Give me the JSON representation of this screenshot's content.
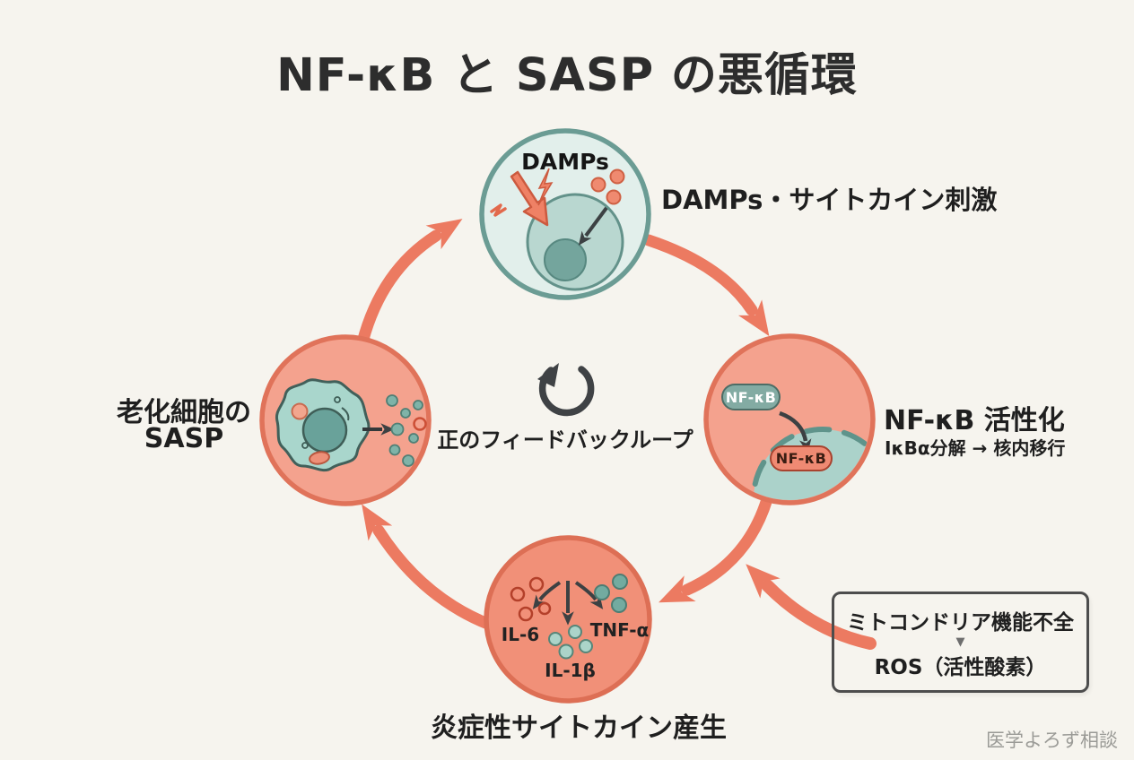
{
  "title": "NF-κB と SASP の悪循環",
  "center": {
    "loop_label": "正のフィードバックループ"
  },
  "nodes": {
    "damps": {
      "inner_label": "DAMPs",
      "caption": "DAMPs・サイトカイン刺激"
    },
    "nfkb": {
      "caption": "NF-κB 活性化",
      "subcaption": "IκBα分解 → 核内移行",
      "cytoplasm_pill": "NF-κB",
      "nucleus_pill": "NF-κB"
    },
    "cytokines": {
      "caption": "炎症性サイトカイン産生",
      "il6": "IL-6",
      "tnfa": "TNF-α",
      "il1b": "IL-1β"
    },
    "sasp": {
      "caption_line1": "老化細胞の",
      "caption_line2": "SASP"
    }
  },
  "side_box": {
    "line1": "ミトコンドリア機能不全",
    "divider": "▼",
    "line2": "ROS（活性酸素）"
  },
  "watermark": "医学よろず相談",
  "colors": {
    "background": "#f6f4ee",
    "cycle_arrow": "#ec7a61",
    "salmon_node_fill": "#f4a28e",
    "salmon_node_border": "#e0735a",
    "teal_node_fill": "#e2efeb",
    "teal_node_border": "#6b9c94",
    "text_dark": "#1f1f1f"
  }
}
